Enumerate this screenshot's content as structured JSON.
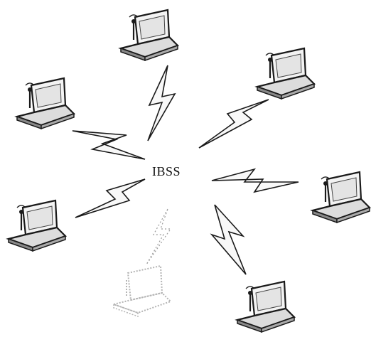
{
  "center_label": "IBSS",
  "nodes": [
    {
      "name": "laptop-top",
      "style": "solid"
    },
    {
      "name": "laptop-upper-right",
      "style": "solid"
    },
    {
      "name": "laptop-upper-left",
      "style": "solid"
    },
    {
      "name": "laptop-right",
      "style": "solid"
    },
    {
      "name": "laptop-lower-left",
      "style": "solid"
    },
    {
      "name": "laptop-bottom-right",
      "style": "solid"
    },
    {
      "name": "laptop-bottom-faded",
      "style": "faded"
    }
  ],
  "colors": {
    "ink": "#1a1a1a",
    "screen": "#f3f3f3",
    "faded": "#9a9a9a"
  }
}
